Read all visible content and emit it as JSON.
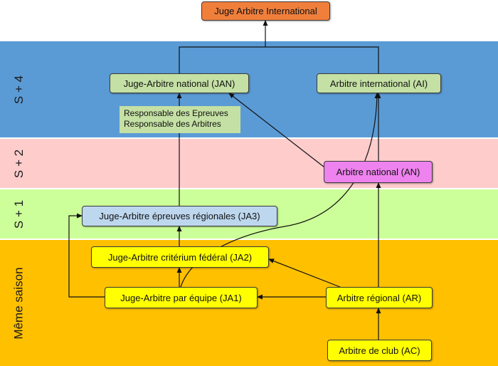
{
  "bands": [
    {
      "key": "s4",
      "label": "S + 4",
      "color": "#5b9bd5"
    },
    {
      "key": "s2",
      "label": "S + 2",
      "color": "#ffcccc"
    },
    {
      "key": "s1",
      "label": "S + 1",
      "color": "#ccff99"
    },
    {
      "key": "season",
      "label": "Même saison",
      "color": "#ffc000"
    }
  ],
  "nodes": {
    "jai": {
      "label": "Juge Arbitre International",
      "color": "#f07f3c"
    },
    "jan": {
      "label": "Juge-Arbitre national (JAN)",
      "color": "#c4e0a4"
    },
    "ai": {
      "label": "Arbitre international (AI)",
      "color": "#c4e0a4"
    },
    "an": {
      "label": "Arbitre national (AN)",
      "color": "#ee82ee"
    },
    "ja3": {
      "label": "Juge-Arbitre épreuves régionales (JA3)",
      "color": "#bdd7ee"
    },
    "ja2": {
      "label": "Juge-Arbitre critérium fédéral (JA2)",
      "color": "#ffff00"
    },
    "ja1": {
      "label": "Juge-Arbitre par équipe (JA1)",
      "color": "#ffff00"
    },
    "ar": {
      "label": "Arbitre régional (AR)",
      "color": "#ffff00"
    },
    "ac": {
      "label": "Arbitre de club (AC)",
      "color": "#ffff00"
    }
  },
  "note": {
    "lines": [
      "Responsable des Epreuves",
      "Responsable des Arbitres"
    ],
    "color": "#c4e0a4"
  }
}
